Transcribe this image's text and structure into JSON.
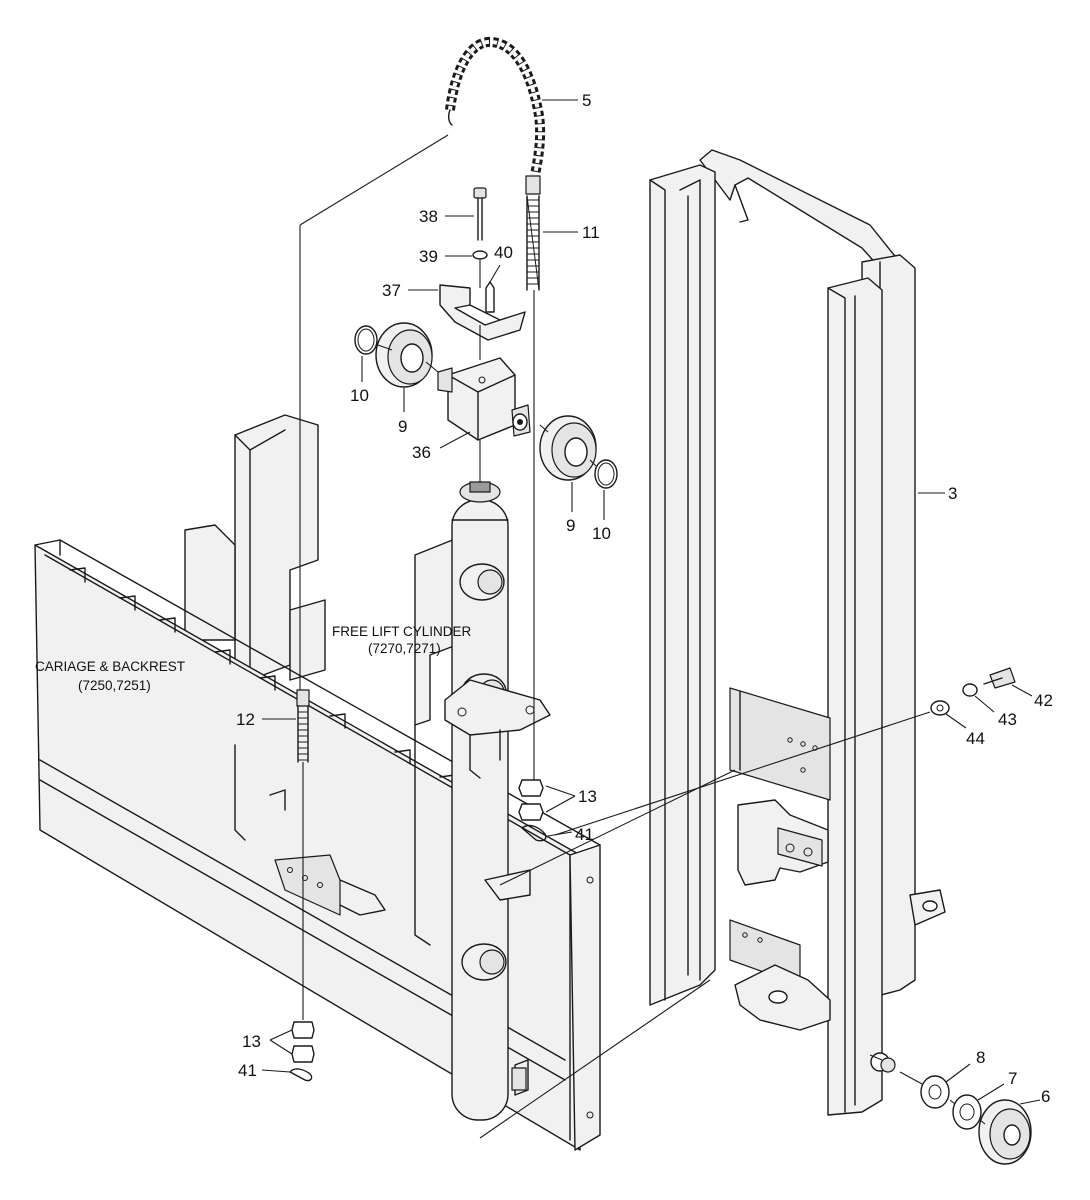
{
  "captions": {
    "free_lift_line1": "FREE LIFT CYLINDER",
    "free_lift_line2": "(7270,7271)",
    "carriage_line1": "CARIAGE & BACKREST",
    "carriage_line2": "(7250,7251)"
  },
  "callouts": {
    "c3": "3",
    "c5": "5",
    "c6": "6",
    "c7": "7",
    "c8": "8",
    "c9a": "9",
    "c9b": "9",
    "c10a": "10",
    "c10b": "10",
    "c11": "11",
    "c12": "12",
    "c13a": "13",
    "c13b": "13",
    "c36": "36",
    "c37": "37",
    "c38": "38",
    "c39": "39",
    "c40": "40",
    "c41a": "41",
    "c41b": "41",
    "c42": "42",
    "c43": "43",
    "c44": "44"
  }
}
